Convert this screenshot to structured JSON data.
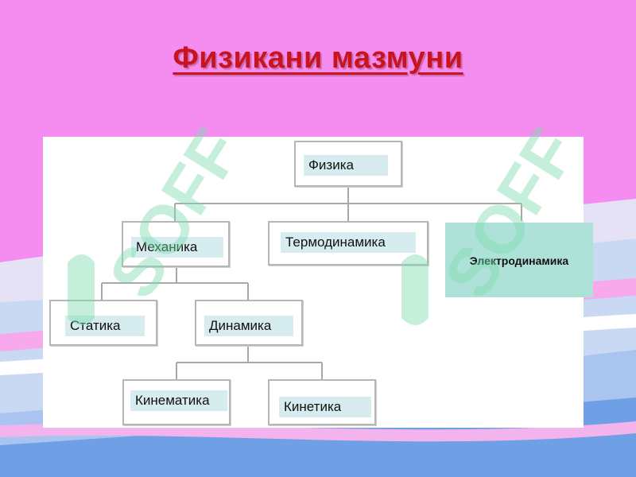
{
  "slide": {
    "title": "Физикани мазмуни"
  },
  "diagram": {
    "nodes": {
      "fizika": "Физика",
      "mexanika": "Механика",
      "termodinamika": "Термодинамика",
      "elektrodinamika": "Электродинамика",
      "statika": "Статика",
      "dinamika": "Динамика",
      "kinematika": "Кинематика",
      "kinetika": "Кинетика"
    },
    "edges": [
      [
        "fizika",
        "mexanika"
      ],
      [
        "fizika",
        "termodinamika"
      ],
      [
        "fizika",
        "elektrodinamika"
      ],
      [
        "mexanika",
        "statika"
      ],
      [
        "mexanika",
        "dinamika"
      ],
      [
        "dinamika",
        "kinematika"
      ],
      [
        "dinamika",
        "kinetika"
      ]
    ]
  },
  "watermark": {
    "text": "SOFF"
  },
  "colors": {
    "background": "#f58cf0",
    "title": "#c8141e",
    "label_fill": "#d6ecee",
    "accent_fill": "#aee2d8",
    "watermark": "#7fdcb0"
  }
}
